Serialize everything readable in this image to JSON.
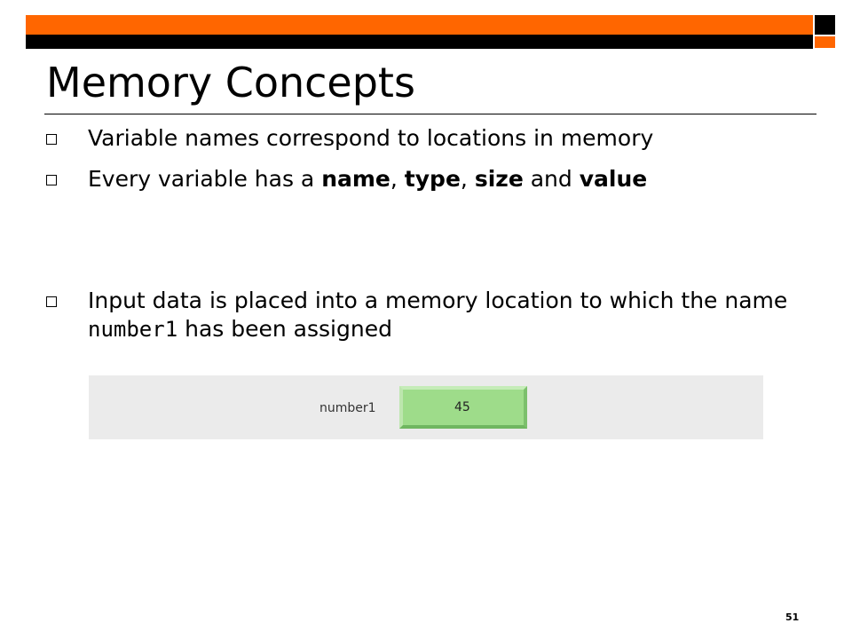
{
  "slide": {
    "title": "Memory Concepts",
    "page_number": "51"
  },
  "bullets": [
    {
      "text": "Variable names correspond to locations in memory"
    },
    {
      "prefix": "Every variable has a ",
      "terms": [
        "name",
        "type",
        "size",
        "value"
      ],
      "sep1": ", ",
      "sep2": ", ",
      "sep3": " and "
    },
    {
      "text_before": "Input data is placed into a memory location to which the name ",
      "code": "number1",
      "text_after": " has been assigned"
    }
  ],
  "memory_diagram": {
    "variable_name": "number1",
    "value": "45"
  },
  "colors": {
    "accent": "#ff6600",
    "dark": "#000000",
    "cell_fill": "#9edc8a",
    "panel_bg": "#ebebeb"
  }
}
